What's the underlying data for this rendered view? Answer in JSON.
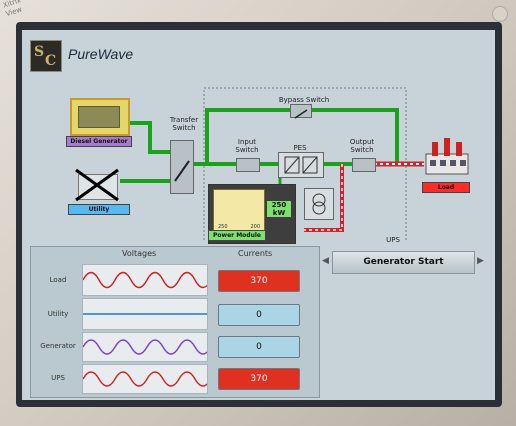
{
  "app": {
    "brand": "PureWave",
    "logo_text": "S&C"
  },
  "bezel": {
    "label": "Xitrix View"
  },
  "diagram": {
    "diesel_generator": "Diesel Generator",
    "utility": "Utility",
    "transfer_switch": "Transfer Switch",
    "bypass_switch": "Bypass Switch",
    "input_switch": "Input Switch",
    "pes": "PES",
    "output_switch": "Output Switch",
    "power_module": "Power Module",
    "load": "Load",
    "ups": "UPS",
    "power_readout": "250 kW",
    "module_scale": [
      "250",
      "200"
    ]
  },
  "panel": {
    "voltages_header": "Voltages",
    "currents_header": "Currents",
    "rows": [
      {
        "label": "Load",
        "current": "370",
        "status": "alarm"
      },
      {
        "label": "Utility",
        "current": "0",
        "status": "normal"
      },
      {
        "label": "Generator",
        "current": "0",
        "status": "normal"
      },
      {
        "label": "UPS",
        "current": "370",
        "status": "alarm"
      }
    ]
  },
  "controls": {
    "generator_start": "Generator Start",
    "prev_arrow": "◀",
    "next_arrow": "▶"
  },
  "colors": {
    "alarm": "#e0301f",
    "normal": "#a9d5e4",
    "power_line": "#18a31a",
    "load_line": "#d6202a",
    "plate_green": "#7be26c",
    "plate_purple": "#a77ccf",
    "plate_blue": "#58b9f0",
    "plate_red": "#ff2a2a"
  }
}
